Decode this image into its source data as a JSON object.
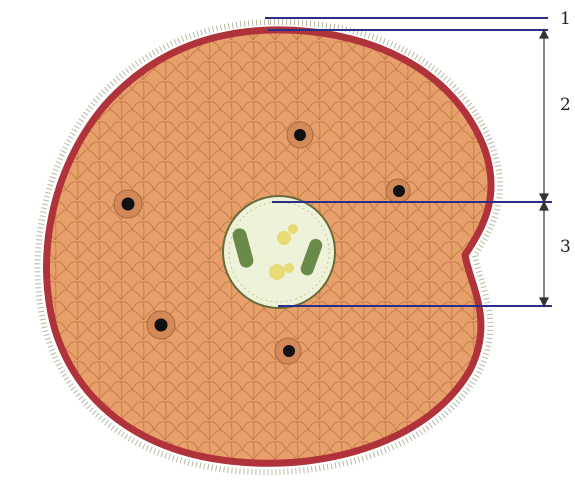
{
  "labels": {
    "one": "1",
    "two": "2",
    "three": "3"
  },
  "colors": {
    "background": "#ffffff",
    "membrane": "#b0323a",
    "cytoplasm": "#e8a06a",
    "cell_walls": "#c47a4a",
    "nucleus_outline": "#6b6b3a",
    "nucleus_fill": "#eef2d8",
    "pointer_lines": "#2a2f8a",
    "dimension_lines": "#333333",
    "organelle_dot": "#111111"
  },
  "icons": {
    "organelle": "black-dot-in-ring",
    "chromosome": "green-rod"
  }
}
